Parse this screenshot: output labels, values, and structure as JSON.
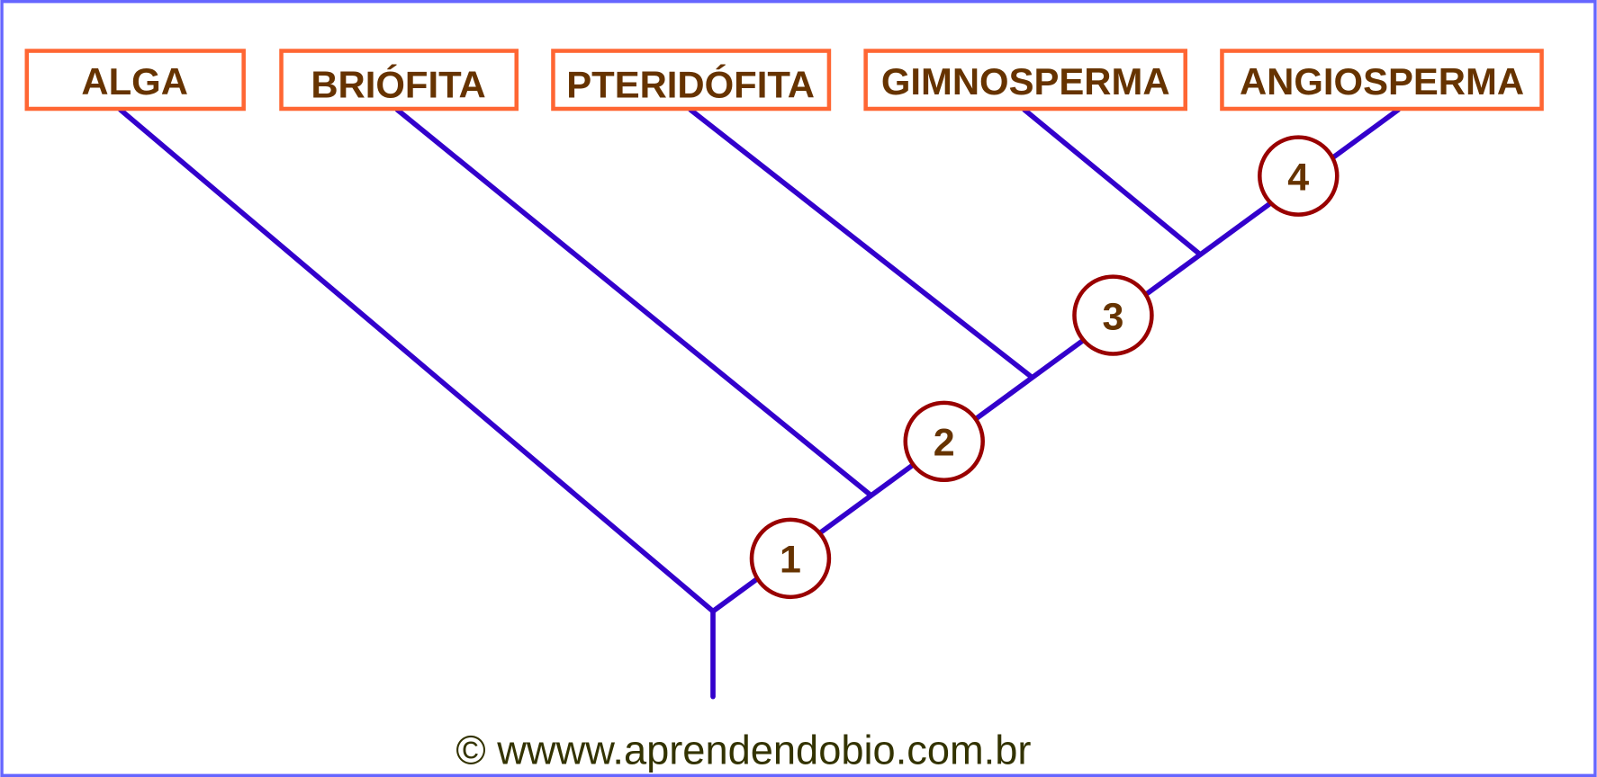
{
  "taxa": [
    "ALGA",
    "BRIÓFITA",
    "PTERIDÓFITA",
    "GIMNOSPERMA",
    "ANGIOSPERMA"
  ],
  "nodes": [
    "1",
    "2",
    "3",
    "4"
  ],
  "footer": "© wwww.aprendendobio.com.br",
  "colors": {
    "branch": "#3300cc",
    "box": "#ff6633",
    "circle": "#990000",
    "text": "#663300",
    "border": "#6666ff"
  }
}
